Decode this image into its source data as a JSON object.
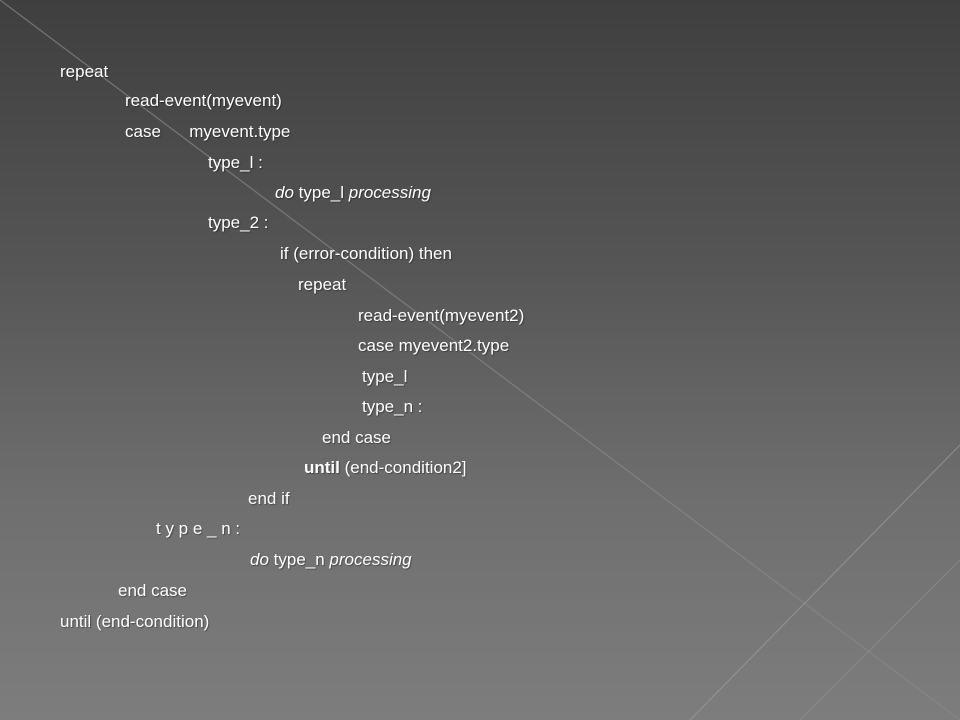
{
  "slide": {
    "background_top": "#3f3f3f",
    "background_bottom": "#7d7d7d",
    "text_color": "#ffffff",
    "lines": {
      "l1": "repeat",
      "l2": "read-event(myevent)",
      "l3": "case      myevent.type",
      "l4": "type_l :",
      "l5_em": "do",
      "l5_rest": " type_l ",
      "l5_em2": "processing",
      "l6": "type_2 :",
      "l7": "if (error-condition) then",
      "l8": "repeat",
      "l9": "read-event(myevent2)",
      "l10": "case myevent2.type",
      "l11": "type_l",
      "l12": "type_n :",
      "l13": "end case",
      "l14_b": "until",
      "l14_rest": " (end-condition2]",
      "l15": "end if",
      "l16": "t y p e _ n :",
      "l17_em": "do",
      "l17_rest": " type_n ",
      "l17_em2": "processing",
      "l18": "end case",
      "l19": "until (end-condition)"
    }
  }
}
